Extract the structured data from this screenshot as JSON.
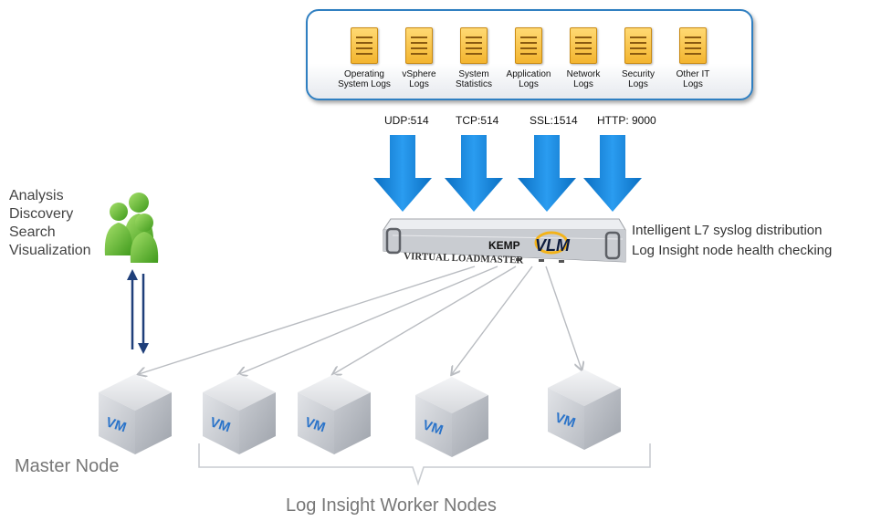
{
  "log_sources": [
    {
      "label": "Operating\nSystem Logs",
      "icon": "log-file-icon"
    },
    {
      "label": "vSphere\nLogs",
      "icon": "log-file-icon"
    },
    {
      "label": "System\nStatistics",
      "icon": "log-file-icon"
    },
    {
      "label": "Application\nLogs",
      "icon": "log-file-icon"
    },
    {
      "label": "Network\nLogs",
      "icon": "log-file-icon"
    },
    {
      "label": "Security\nLogs",
      "icon": "log-file-icon"
    },
    {
      "label": "Other IT\nLogs",
      "icon": "log-file-icon"
    }
  ],
  "ports": [
    "UDP:514",
    "TCP:514",
    "SSL:1514",
    "HTTP:  9000"
  ],
  "load_balancer": {
    "brand": "KEMP",
    "product": "VLM",
    "nameplate": "VIRTUAL LOADMASTER",
    "notes": "Intelligent L7 syslog distribution\nLog Insight node health checking"
  },
  "user_actions": [
    "Analysis",
    "Discovery",
    "Search",
    "Visualization"
  ],
  "vm_label": "VM",
  "master_node_label": "Master Node",
  "worker_nodes_label": "Log Insight Worker Nodes",
  "colors": {
    "arrow_blue": "#0a78d0",
    "panel_border": "#2f7fc1",
    "users_green": "#5cb82e",
    "sync_arrow": "#1f3f7a"
  }
}
